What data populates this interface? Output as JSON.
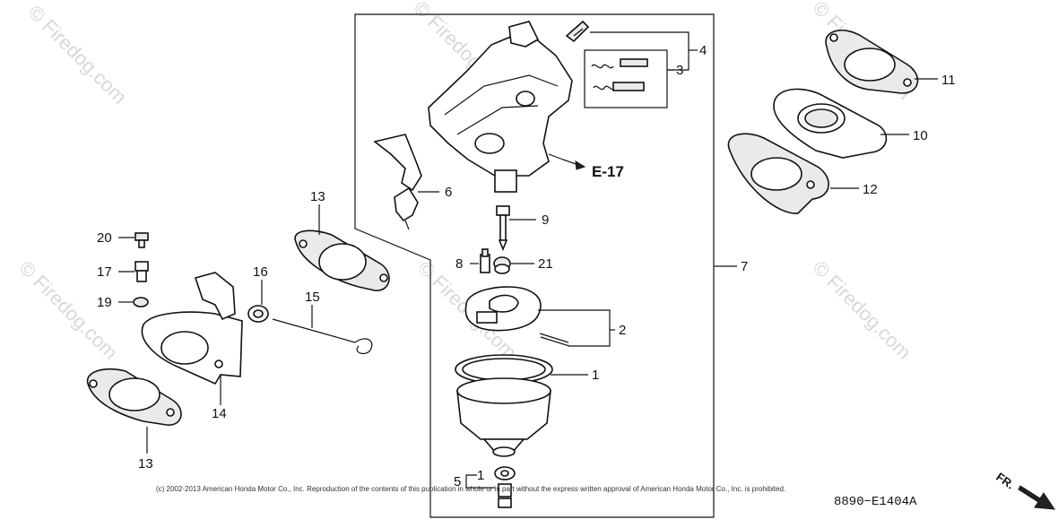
{
  "watermark": "© Firedog.com",
  "callouts": [
    "1",
    "2",
    "3",
    "4",
    "5",
    "6",
    "7",
    "8",
    "9",
    "10",
    "11",
    "12",
    "13",
    "14",
    "15",
    "16",
    "17",
    "19",
    "20",
    "21"
  ],
  "reference": "E-17",
  "copyright": "(c) 2002-2013 American Honda Motor Co., Inc. Reproduction of the contents of this publication in whole or in part without the express written approval of American Honda Motor Co., Inc. is prohibited.",
  "diagram_code": "8890−E1404A",
  "direction_label": "FR."
}
